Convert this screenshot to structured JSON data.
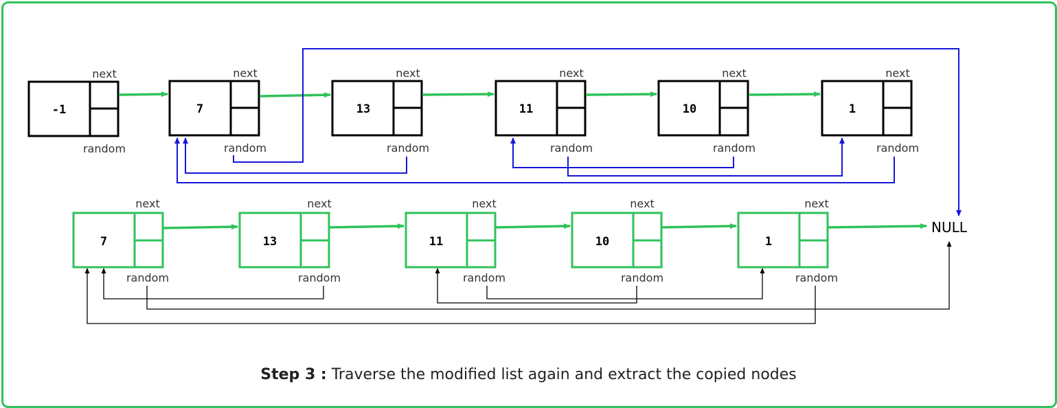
{
  "original_list": {
    "nodes": [
      "-1",
      "7",
      "13",
      "11",
      "10",
      "1"
    ],
    "next_label": "next",
    "random_label": "random"
  },
  "copied_list": {
    "nodes": [
      "7",
      "13",
      "11",
      "10",
      "1"
    ],
    "next_label": "next",
    "random_label": "random"
  },
  "null_label": "NULL",
  "caption": {
    "step": "Step 3 :",
    "text": " Traverse the modified list again and extract the copied nodes"
  },
  "colors": {
    "frame": "#2fc25b",
    "next_arrow": "#2fc25b",
    "random_original": "#1616d9",
    "random_copy": "#000000",
    "node_border_original": "#000000",
    "node_border_copy": "#2fc25b"
  }
}
